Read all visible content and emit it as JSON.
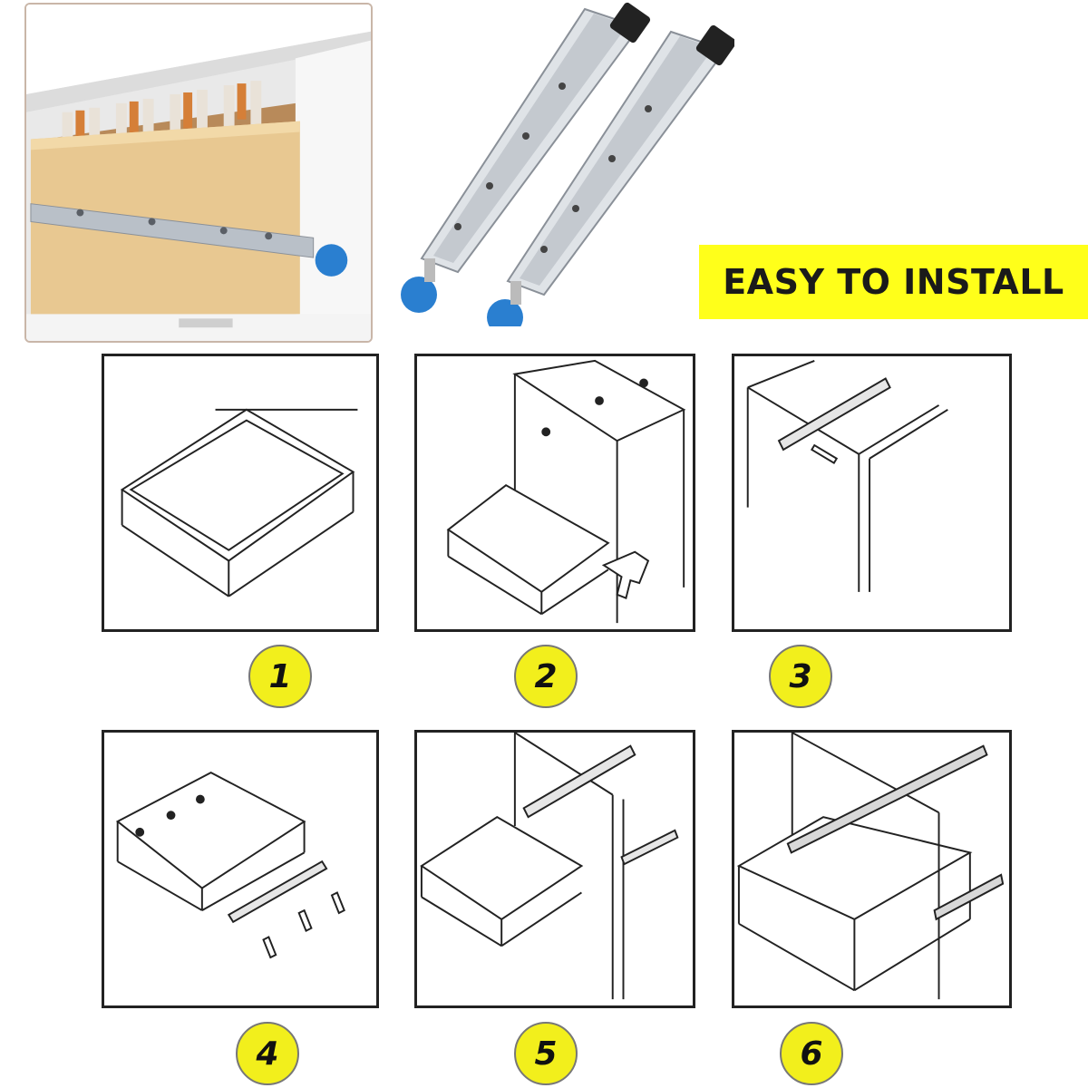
{
  "banner": {
    "text": "EASY TO INSTALL",
    "background": "#ffff1a"
  },
  "photo": {
    "subject-icon": "drawer-with-files-photo"
  },
  "product": {
    "icon": "drawer-slide-rails-pair",
    "accent": "#2a7fd0"
  },
  "steps": [
    {
      "number": "1",
      "icon": "drawer-box-icon"
    },
    {
      "number": "2",
      "icon": "drill-attach-icon"
    },
    {
      "number": "3",
      "icon": "cabinet-rail-screw-icon"
    },
    {
      "number": "4",
      "icon": "drawer-rail-screws-icon"
    },
    {
      "number": "5",
      "icon": "rails-mounted-icon"
    },
    {
      "number": "6",
      "icon": "drawer-inserted-icon"
    }
  ],
  "badge_color": "#f2ef1c"
}
